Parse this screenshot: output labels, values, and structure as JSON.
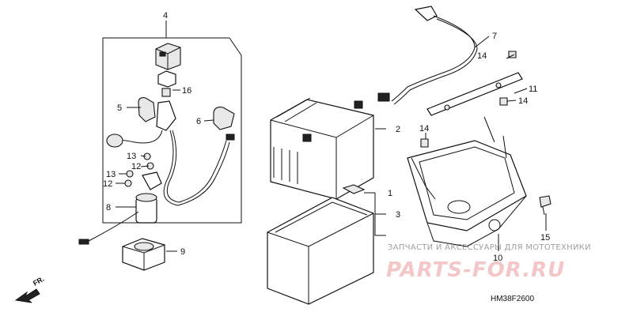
{
  "callouts": {
    "c1": "1",
    "c2": "2",
    "c3": "3",
    "c4": "4",
    "c5": "5",
    "c6": "6",
    "c7": "7",
    "c8": "8",
    "c9": "9",
    "c10": "10",
    "c11": "11",
    "c12a": "12",
    "c12b": "12",
    "c13a": "13",
    "c13b": "13",
    "c14a": "14",
    "c14b": "14",
    "c14c": "14",
    "c15": "15",
    "c16": "16"
  },
  "direction_label": "FR.",
  "diagram_code": "HM38F2600",
  "watermark": {
    "caption": "ЗАПЧАСТИ И АКСЕССУАРЫ ДЛЯ МОТОТЕХНИКИ",
    "logo": "PARTS-FOR.RU"
  },
  "colors": {
    "line": "#111111",
    "watermark_text": "#9aa0a6",
    "watermark_logo": "#f3c7c7"
  }
}
